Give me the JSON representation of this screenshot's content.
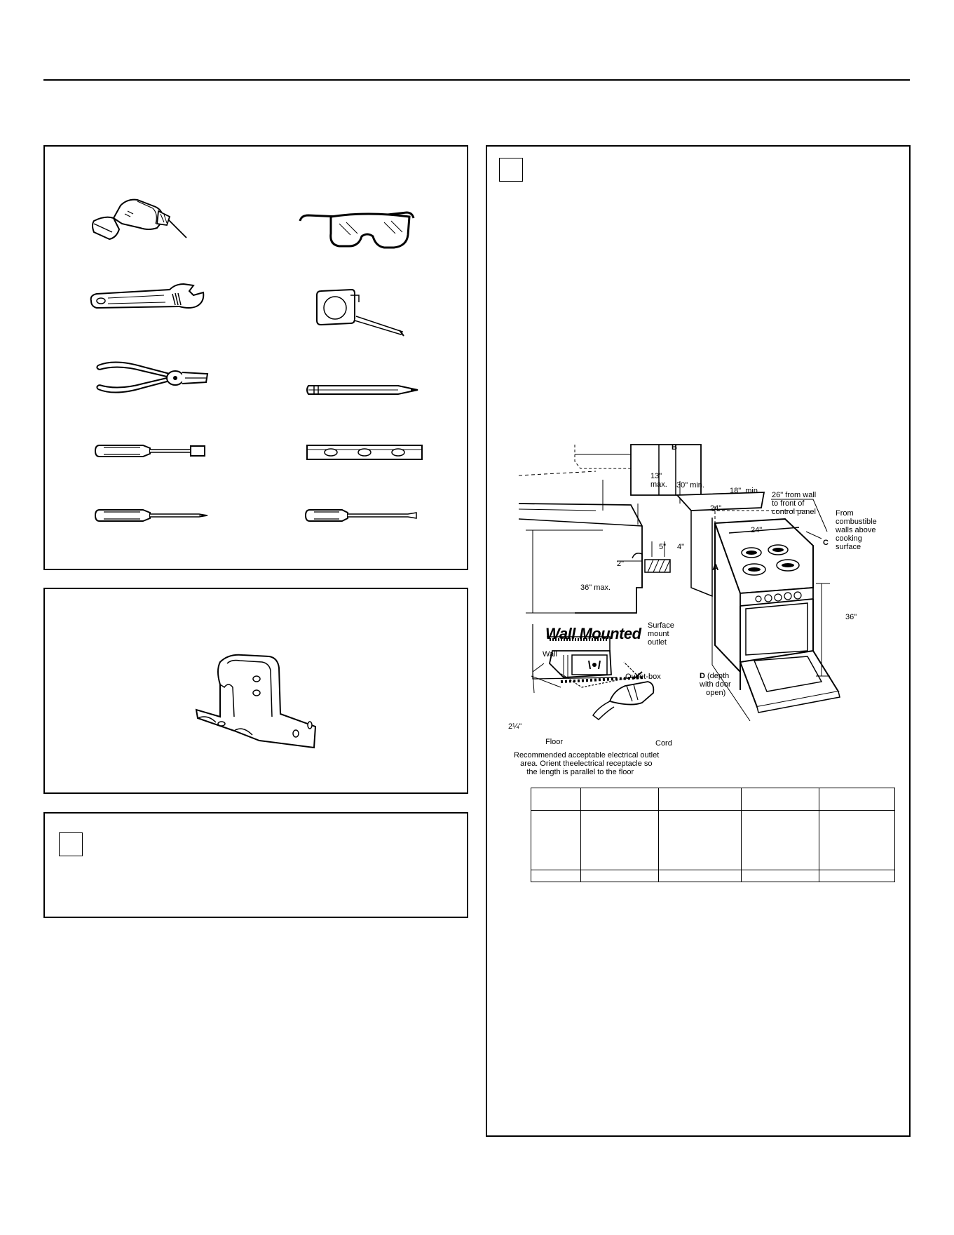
{
  "icons": {
    "drill": "drill-icon",
    "glasses": "safety-glasses-icon",
    "wrench": "adjustable-wrench-icon",
    "tape": "tape-measure-icon",
    "pliers": "pliers-icon",
    "pencil": "pencil-icon",
    "nutdriver": "nut-driver-icon",
    "level": "level-icon",
    "phillips": "phillips-screwdriver-icon",
    "flat": "flat-screwdriver-icon",
    "bracket": "anti-tip-bracket-icon"
  },
  "diagram": {
    "labels": {
      "b": "B",
      "c": "C",
      "a": "A",
      "d": "D",
      "d_rest": " (depth\nwith door\n   open)",
      "max13": "13\"\nmax.",
      "min30": "30\" min.",
      "min18": "18\"  min.",
      "w24_top": "24\"",
      "w24": "24\"",
      "from_wall": "26\" from wall\nto front of\ncontrol panel",
      "combustible": "From\ncombustible\nwalls above\ncooking\nsurface",
      "d5": "5\"",
      "d4": "4\"",
      "d2": "2\"",
      "max36": "36\" max.",
      "h36": "36\"",
      "surface_outlet": "Surface\nmount\noutlet",
      "wall_mounted": "Wall Mounted",
      "wall": "Wall",
      "outlet_box": "Outlet-box",
      "d214": "2¼\"",
      "floor": "Floor",
      "cord": "Cord",
      "recommend": "Recommended acceptable electrical outlet\n   area. Orient theelectrical receptacle so\n      the length is parallel to the floor"
    }
  }
}
